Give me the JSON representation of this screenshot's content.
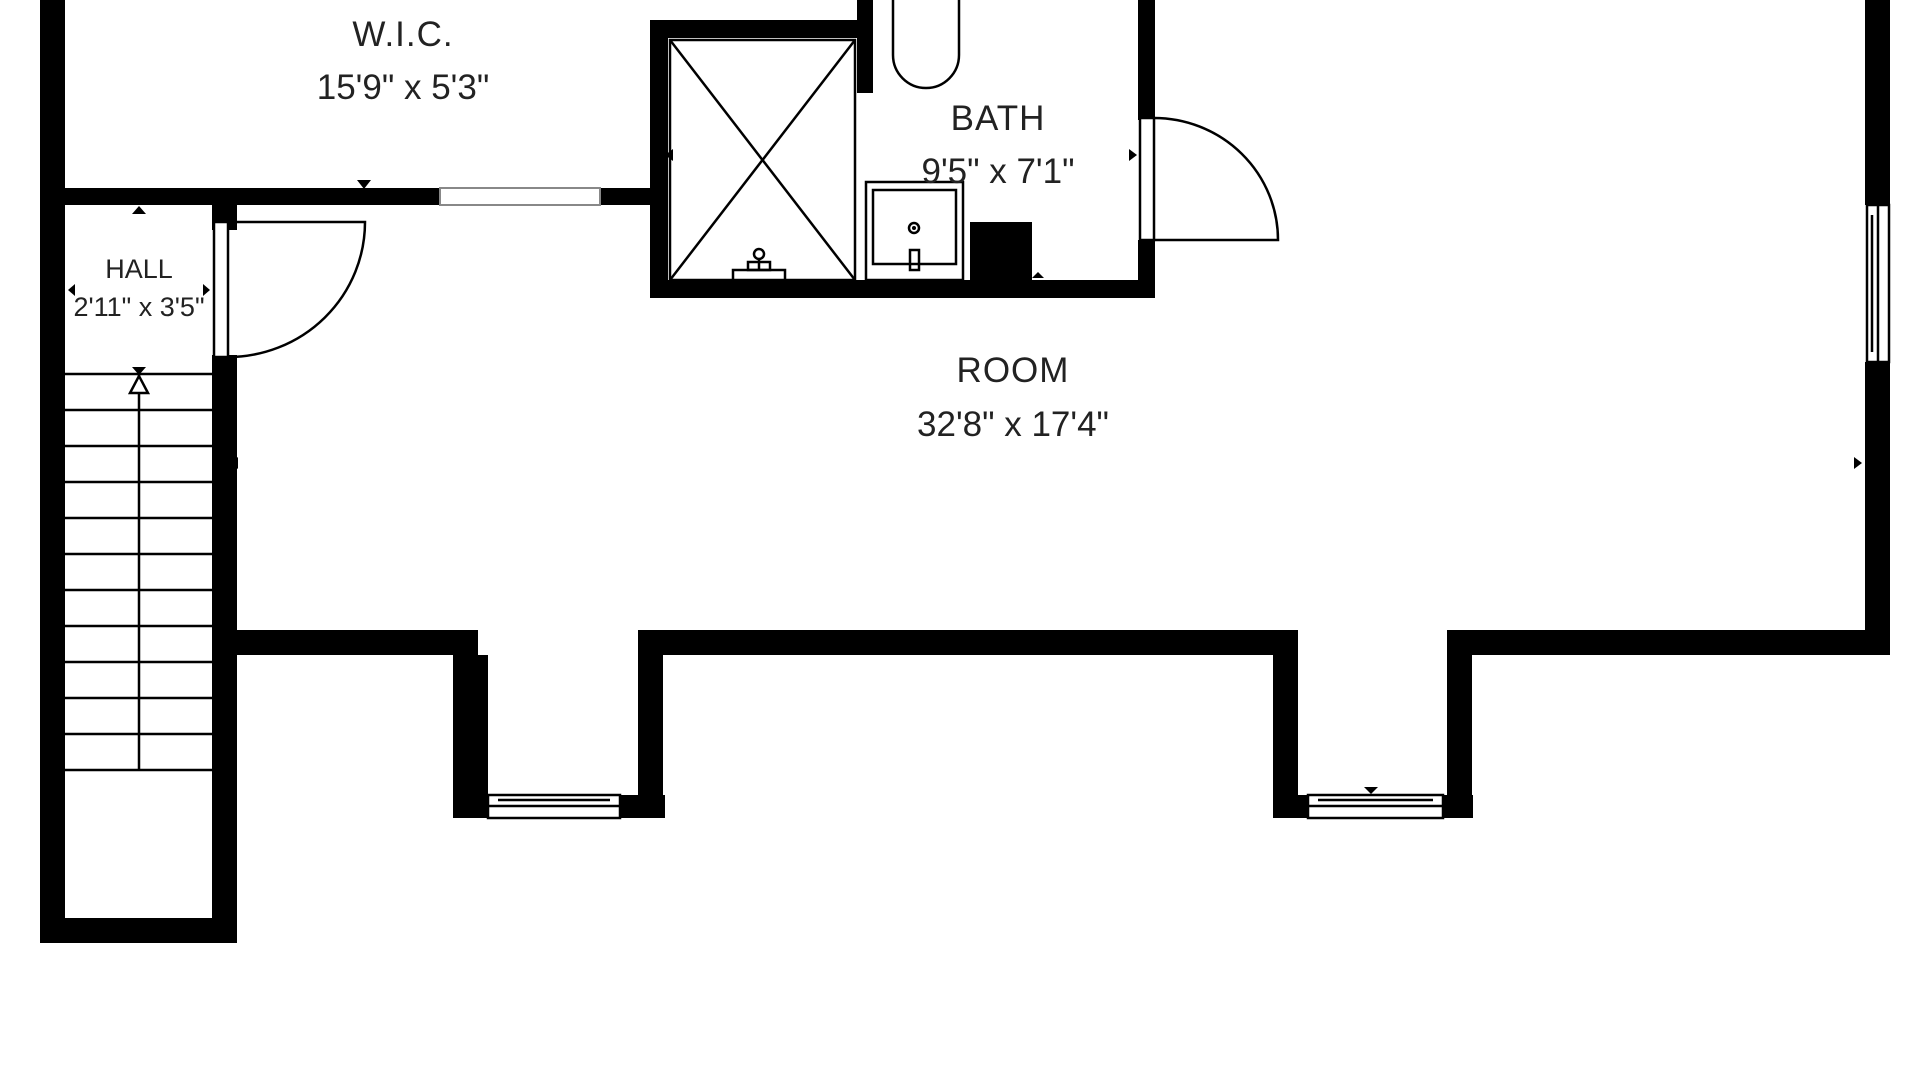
{
  "rooms": {
    "wic": {
      "name": "W.I.C.",
      "dims": "15'9\" x 5'3\""
    },
    "bath": {
      "name": "BATH",
      "dims": "9'5\" x 7'1\""
    },
    "hall": {
      "name": "HALL",
      "dims": "2'11\" x 3'5\""
    },
    "room": {
      "name": "ROOM",
      "dims": "32'8\" x 17'4\""
    }
  },
  "colors": {
    "wall": "#000000",
    "background": "#ffffff",
    "text": "#222222"
  },
  "icons": [
    "door-swing-icon",
    "shower-icon",
    "toilet-icon",
    "sink-icon",
    "stairs-icon",
    "window-icon"
  ]
}
